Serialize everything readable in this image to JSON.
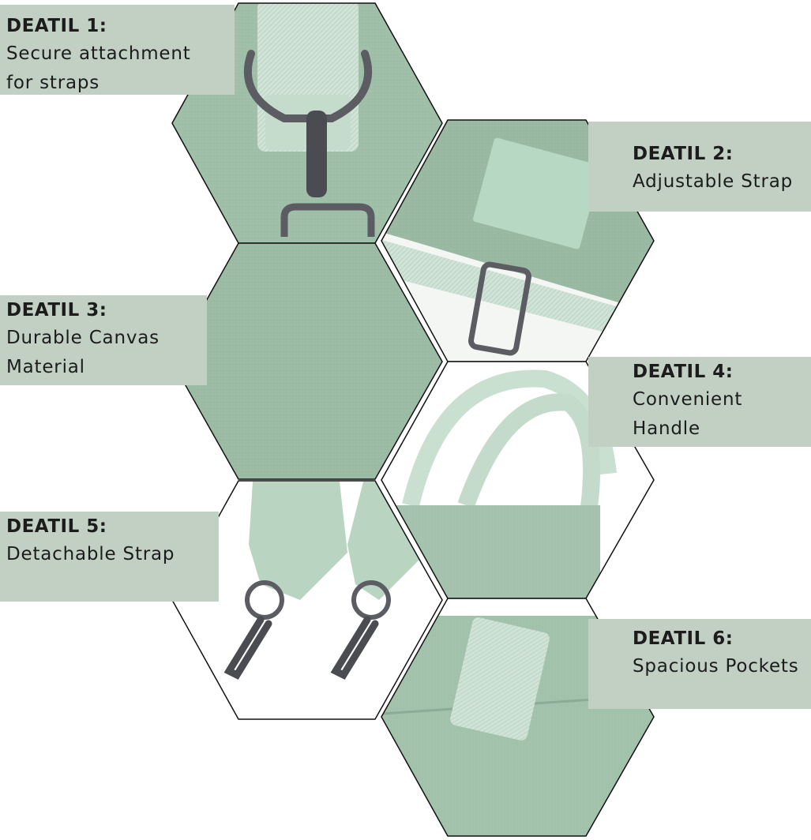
{
  "colors": {
    "label_bg": "#c1d0c3",
    "canvas_green": "#9dbca5",
    "strap_mint": "#cfe3d6",
    "hardware": "#5c5d63"
  },
  "details": [
    {
      "title": "DEATIL 1:",
      "desc_lines": [
        "Secure attachment",
        "for straps"
      ],
      "image": "hook-and-ring-icon"
    },
    {
      "title": "DEATIL 2:",
      "desc_lines": [
        "Adjustable Strap"
      ],
      "image": "strap-buckle-icon"
    },
    {
      "title": "DEATIL 3:",
      "desc_lines": [
        "Durable Canvas",
        "Material"
      ],
      "image": "canvas-texture-icon"
    },
    {
      "title": "DEATIL 4:",
      "desc_lines": [
        "Convenient",
        "Handle"
      ],
      "image": "tote-handle-icon"
    },
    {
      "title": "DEATIL 5:",
      "desc_lines": [
        "Detachable Strap"
      ],
      "image": "detachable-clasp-icon"
    },
    {
      "title": "DEATIL 6:",
      "desc_lines": [
        "Spacious Pockets"
      ],
      "image": "pocket-icon"
    }
  ]
}
